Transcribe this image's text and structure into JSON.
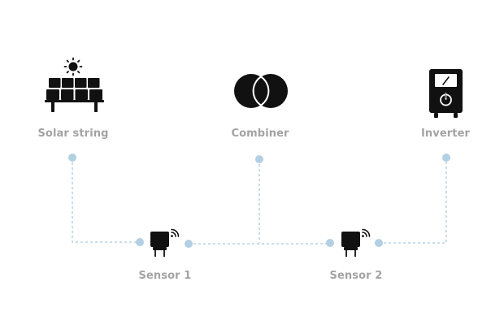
{
  "nodes": {
    "solar_string": {
      "label": "Solar string",
      "icon": "solar-panel-icon"
    },
    "combiner": {
      "label": "Combiner",
      "icon": "combiner-icon"
    },
    "inverter": {
      "label": "Inverter",
      "icon": "inverter-icon"
    },
    "sensor_1": {
      "label": "Sensor 1",
      "icon": "wireless-sensor-icon"
    },
    "sensor_2": {
      "label": "Sensor 2",
      "icon": "wireless-sensor-icon"
    }
  },
  "colors": {
    "connector": "#b9d3e6",
    "connector_dot": "#b3cfe4",
    "icon": "#111111",
    "label": "#a3a3a3"
  }
}
